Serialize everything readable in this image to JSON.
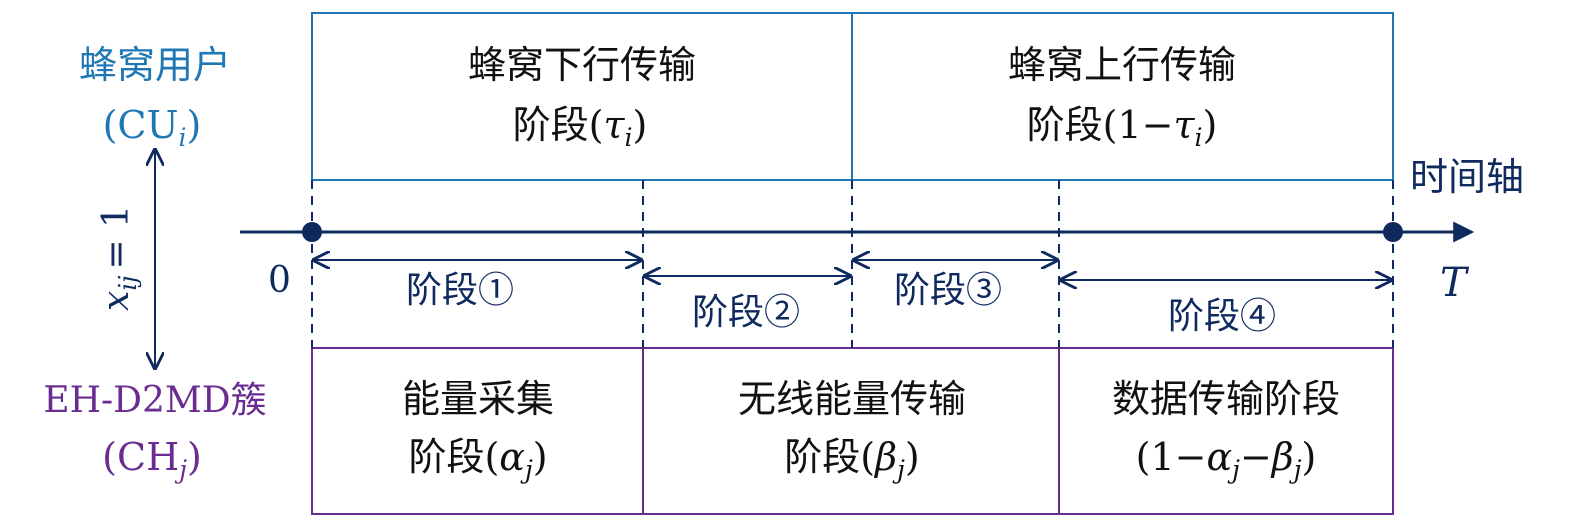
{
  "colors": {
    "cellular": "#1f77b4",
    "cluster": "#6a2c91",
    "axis": "#0f2a5e",
    "text": "#111111"
  },
  "left": {
    "cu_label": "蜂窝用户",
    "cu_symbol": "(CU",
    "cu_sub": "i",
    "cu_close": ")",
    "x_var": "x",
    "x_sub": "ij",
    "x_eq": "= 1",
    "ch_label": "EH-D2MD簇",
    "ch_symbol": "(CH",
    "ch_sub": "j",
    "ch_close": ")"
  },
  "top_boxes": {
    "downlink_line1": "蜂窝下行传输",
    "downlink_line2": "阶段(",
    "downlink_tau": "τ",
    "downlink_sub": "i",
    "downlink_close": ")",
    "uplink_line1": "蜂窝上行传输",
    "uplink_line2": "阶段(1−",
    "uplink_tau": "τ",
    "uplink_sub": "i",
    "uplink_close": ")"
  },
  "axis": {
    "label": "时间轴",
    "origin": "0",
    "end": "T"
  },
  "stages": {
    "s1": "阶段①",
    "s2": "阶段②",
    "s3": "阶段③",
    "s4": "阶段④"
  },
  "bottom_boxes": {
    "harvest_line1": "能量采集",
    "harvest_line2": "阶段(",
    "harvest_alpha": "α",
    "harvest_sub": "j",
    "harvest_close": ")",
    "wet_line1": "无线能量传输",
    "wet_line2": "阶段(",
    "wet_beta": "β",
    "wet_sub": "j",
    "wet_close": ")",
    "data_line1": "数据传输阶段",
    "data_line2a": "(1−",
    "data_alpha": "α",
    "data_sub1": "j",
    "data_minus": "−",
    "data_beta": "β",
    "data_sub2": "j",
    "data_close": ")"
  }
}
